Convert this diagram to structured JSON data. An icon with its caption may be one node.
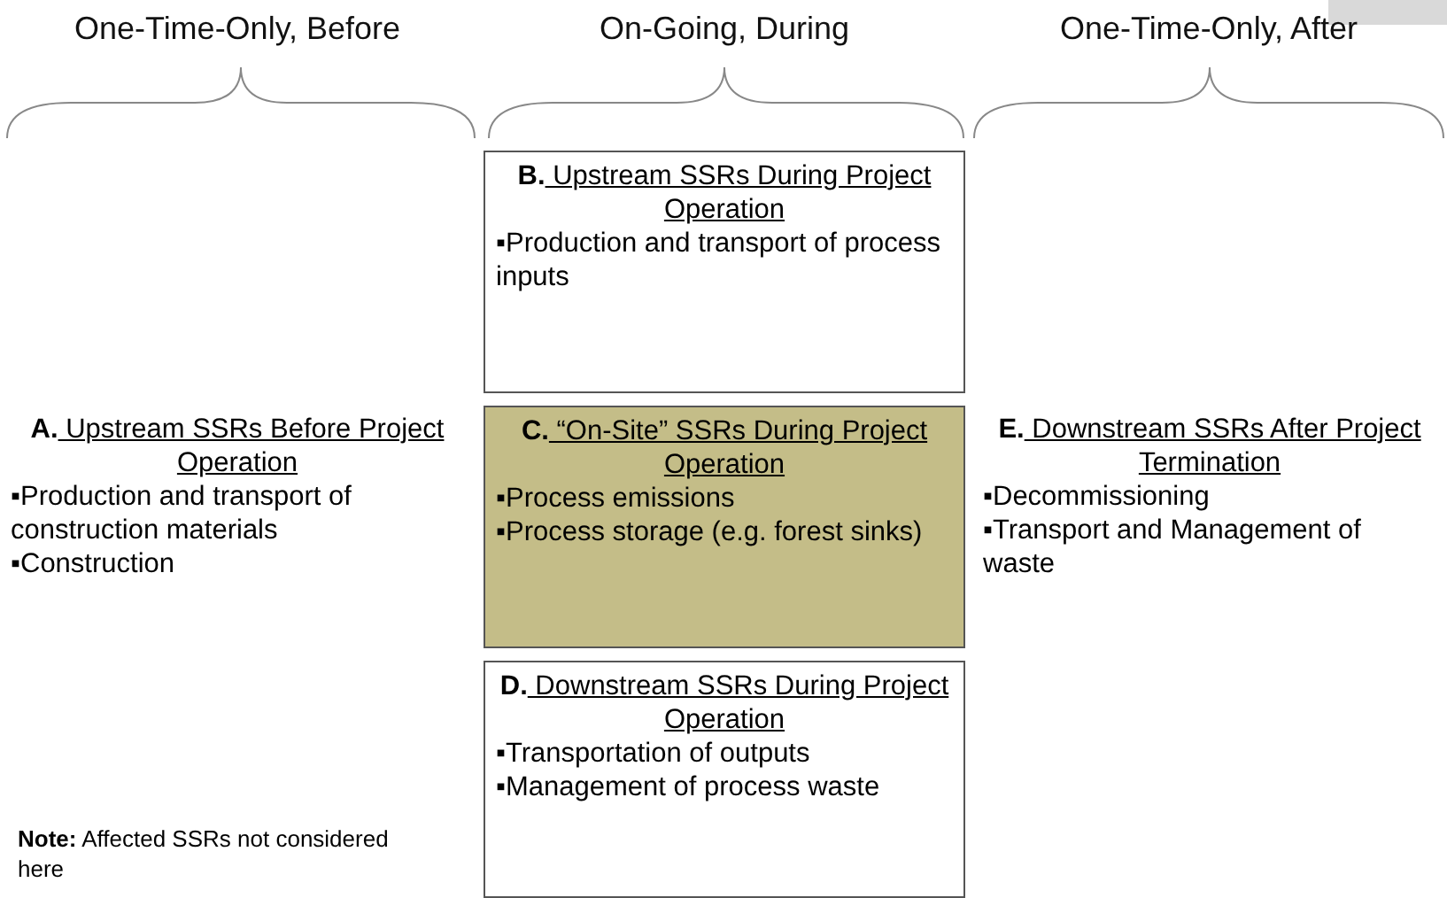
{
  "diagram": {
    "nodes": [
      {
        "text": [
          "**B.** Upstream SSRs During Project Operation",
          "▪Production and transport of process inputs"
        ]
      },
      {
        "text": [
          "**A.** Upstream SSRs Before Project Operation",
          "▪Production and transport of construction materials",
          "▪Construction"
        ]
      },
      {
        "text": [
          "**C.** “On-Site” SSRs During Project Operation",
          "▪Process emissions",
          "▪Process storage (e.g. forest sinks)"
        ]
      },
      {
        "text": [
          "**E.** Downstream SSRs After Project Termination",
          "▪Decommissioning",
          "▪Transport and Management of waste"
        ]
      },
      {
        "text": [
          "**D.** Downstream SSRs During Project Operation",
          "▪Transportation of outputs",
          "▪Management of process waste"
        ]
      }
    ],
    "edges": [],
    "labels": [
      "One-Time-Only, Before",
      "On-Going, During",
      "One-Time-Only, After",
      "**Note:** Affected SSRs not considered here"
    ]
  }
}
